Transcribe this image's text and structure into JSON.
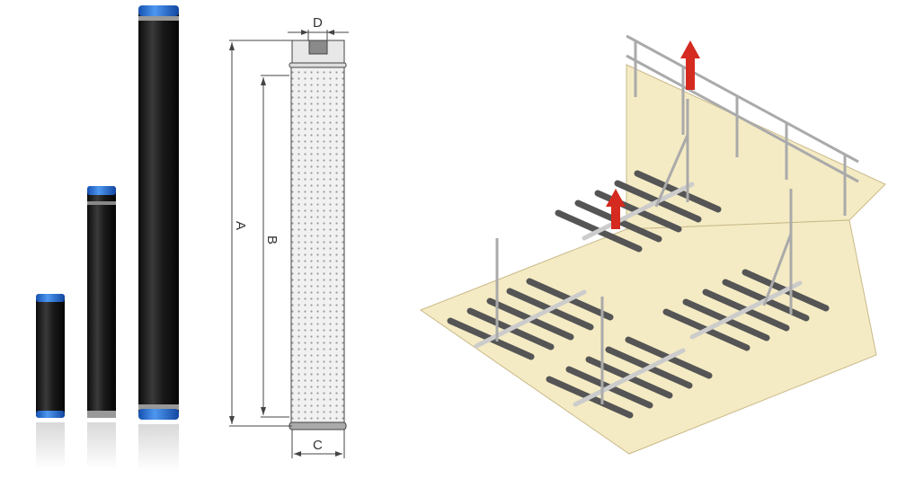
{
  "dimensions": {
    "a": "A",
    "b": "B",
    "c": "C",
    "d": "D"
  },
  "colors": {
    "tube": "#1e1e1e",
    "cap": "#2a6fd0",
    "floor": "#f4ebc4",
    "pipe": "#555555",
    "rail": "#b9b9b9",
    "arrow": "#d42a1f"
  }
}
